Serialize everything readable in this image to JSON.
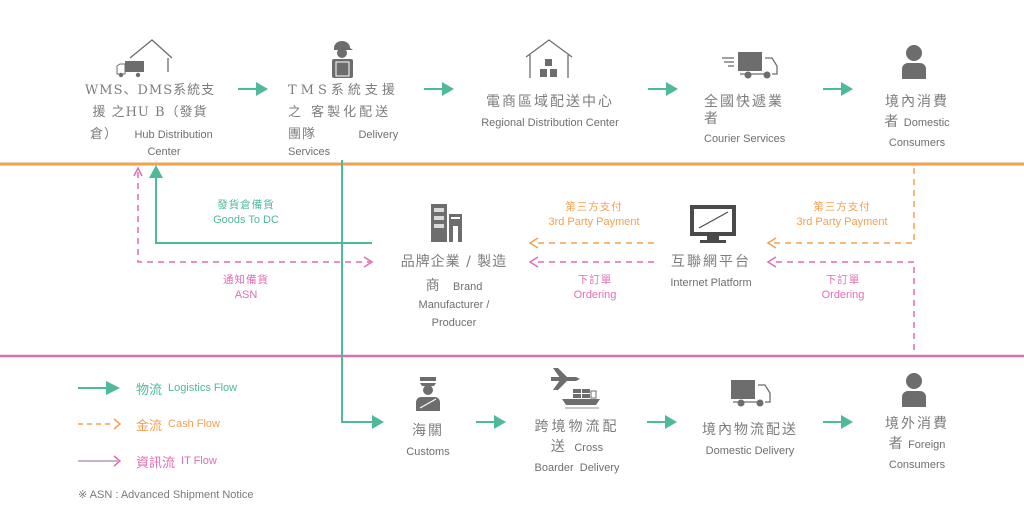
{
  "colors": {
    "logistics": "#4fb99c",
    "cash": "#f5a04f",
    "it": "#e06db4",
    "icon": "#6d6d6d",
    "text": "#7d7d7d"
  },
  "top_row": [
    {
      "zh_lines": [
        "WMS、DMS系統支",
        "援 之HU B（發貨",
        "倉）"
      ],
      "en_inline": "Hub Distribution",
      "en_after": "Center",
      "icon": "warehouse-truck-icon"
    },
    {
      "zh_lines": [
        "TMS系統支援",
        "之 客製化配送",
        "團隊"
      ],
      "en_inline": "Delivery",
      "en_after": "Services",
      "icon": "delivery-worker-icon"
    },
    {
      "zh_lines": [
        "電商區域配送中心"
      ],
      "en": "Regional Distribution Center",
      "icon": "warehouse-boxes-icon"
    },
    {
      "zh_lines": [
        "全國快遞業",
        "者"
      ],
      "en": "Courier Services",
      "icon": "fast-truck-icon"
    },
    {
      "zh_lines": [
        "境內消費",
        "者"
      ],
      "en_inline": "Domestic",
      "en_after": "Consumers",
      "icon": "person-icon"
    }
  ],
  "middle_row": {
    "brand": {
      "zh_lines": [
        "品牌企業 / 製造",
        "商"
      ],
      "en_inline": "Brand",
      "en_after": [
        "Manufacturer /",
        "Producer"
      ],
      "icon": "building-icon"
    },
    "platform": {
      "zh": "互聯網平台",
      "en": "Internet Platform",
      "icon": "monitor-icon"
    }
  },
  "bottom_row": [
    {
      "zh_lines": [
        "海關"
      ],
      "en": "Customs",
      "icon": "customs-officer-icon"
    },
    {
      "zh_lines": [
        "跨境物流配",
        "送"
      ],
      "en_inline": "Cross",
      "en_after": "Boarder  Delivery",
      "icon": "plane-ship-icon"
    },
    {
      "zh_lines": [
        "境內物流配送"
      ],
      "en": "Domestic Delivery",
      "icon": "truck-icon"
    },
    {
      "zh_lines": [
        "境外消費",
        "者"
      ],
      "en_inline": "Foreign",
      "en_after": "Consumers",
      "icon": "person-icon"
    }
  ],
  "flow_labels": {
    "goods_to_dc": {
      "zh": "發貨倉備貨",
      "en": "Goods To DC"
    },
    "asn": {
      "zh": "通知備貨",
      "en": "ASN"
    },
    "payment_left": {
      "zh": "第三方支付",
      "en": "3rd Party Payment"
    },
    "ordering_left": {
      "zh": "下訂單",
      "en": "Ordering"
    },
    "payment_right": {
      "zh": "第三方支付",
      "en": "3rd Party Payment"
    },
    "ordering_right": {
      "zh": "下訂單",
      "en": "Ordering"
    }
  },
  "legend": [
    {
      "zh": "物流",
      "en": "Logistics Flow",
      "style": "solid-arrow"
    },
    {
      "zh": "金流",
      "en": "Cash Flow",
      "style": "dashed-arrow"
    },
    {
      "zh": "資訊流",
      "en": "IT Flow",
      "style": "line-arrow"
    }
  ],
  "footnote": "※ ASN : Advanced Shipment Notice"
}
